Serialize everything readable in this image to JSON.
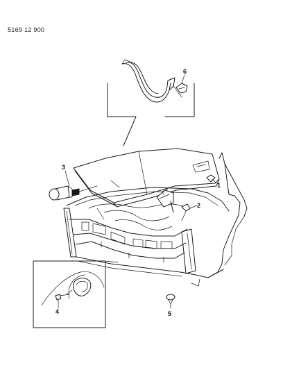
{
  "diagram_code": "5169 12 900",
  "callouts": {
    "c1": "1",
    "c2": "2",
    "c3": "3",
    "c4": "4",
    "c5": "5",
    "c6": "6"
  }
}
